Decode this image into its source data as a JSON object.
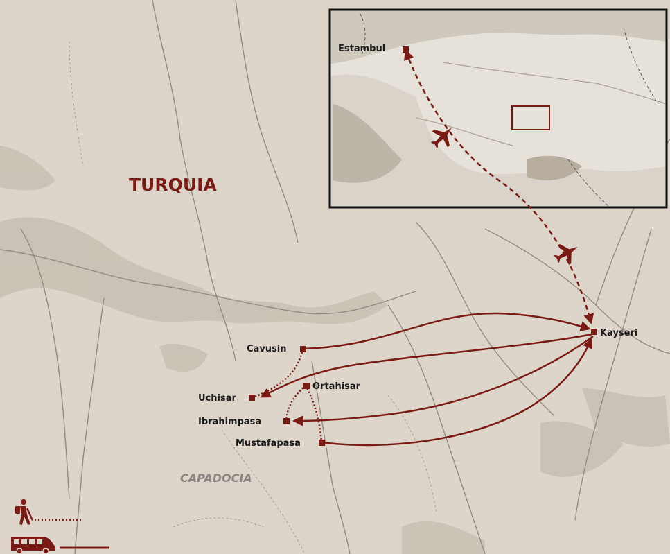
{
  "labels": {
    "country": "TURQUIA",
    "region": "CAPADOCIA"
  },
  "places": {
    "estambul": "Estambul",
    "kayseri": "Kayseri",
    "cavusin": "Cavusin",
    "uchisar": "Uchisar",
    "ortahisar": "Ortahisar",
    "ibrahimpasa": "Ibrahimpasa",
    "mustafapasa": "Mustafapasa"
  },
  "legend": {
    "walking": "hiking-person-icon",
    "vehicle": "minibus-icon"
  },
  "colors": {
    "route": "#7a1a14",
    "land": "#ddd5ca",
    "relief": "#c9c1b4",
    "roads": "#938b80",
    "frame": "#111111"
  }
}
